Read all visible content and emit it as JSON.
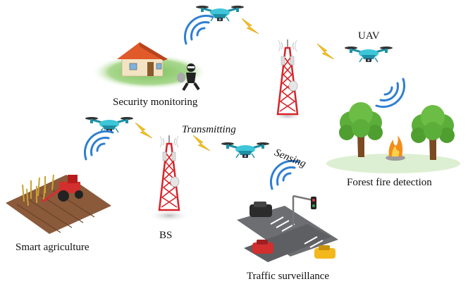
{
  "labels": {
    "security": "Security monitoring",
    "uav": "UAV",
    "transmitting": "Transmitting",
    "sensing": "Sensing",
    "forest": "Forest fire detection",
    "agriculture": "Smart agriculture",
    "bs": "BS",
    "traffic": "Traffic surveillance"
  },
  "colors": {
    "drone": "#3ec6d8",
    "drone_dark": "#1f8fa5",
    "tower": "#d6232a",
    "lightning": "#f3c21b",
    "signal": "#2f7fd1",
    "ground": "#8fc870",
    "field": "#8a5a3a",
    "road": "#6d6e71",
    "tree": "#5cae3a",
    "fire": "#f28c1a"
  }
}
